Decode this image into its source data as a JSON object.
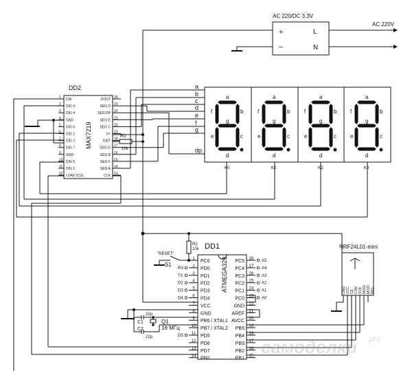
{
  "power": {
    "module_label": "AC 220/DC 3.3V",
    "plus": "+",
    "minus": "−",
    "l": "L",
    "n": "N",
    "ac_label": "AC 220V"
  },
  "dd2": {
    "title": "DD2",
    "chip": "MAX7219",
    "left_pins": [
      {
        "num": "1",
        "name": "DIN"
      },
      {
        "num": "2",
        "name": "DIG 0"
      },
      {
        "num": "3",
        "name": "DIG 4"
      },
      {
        "num": "4",
        "name": "GND"
      },
      {
        "num": "5",
        "name": "DIG 6"
      },
      {
        "num": "6",
        "name": "DIG 2"
      },
      {
        "num": "7",
        "name": "DIG 3"
      },
      {
        "num": "8",
        "name": "DIG 7"
      },
      {
        "num": "9",
        "name": "GND"
      },
      {
        "num": "10",
        "name": "DIG 5"
      },
      {
        "num": "11",
        "name": "DIG 1"
      },
      {
        "num": "12",
        "name": "LOAD (CS)"
      }
    ],
    "right_pins": [
      {
        "num": "24",
        "name": "DOUT"
      },
      {
        "num": "23",
        "name": "SEG D"
      },
      {
        "num": "22",
        "name": "SEG DP"
      },
      {
        "num": "21",
        "name": "SEG E"
      },
      {
        "num": "20",
        "name": "SEG C"
      },
      {
        "num": "19",
        "name": "V+"
      },
      {
        "num": "18",
        "name": "ISET"
      },
      {
        "num": "17",
        "name": "SEG G"
      },
      {
        "num": "16",
        "name": "SEG B"
      },
      {
        "num": "15",
        "name": "SEG F"
      },
      {
        "num": "14",
        "name": "SEG A"
      },
      {
        "num": "13",
        "name": "CLK"
      }
    ],
    "r1_label": "R1",
    "r1_value": "10k"
  },
  "segment_lines": [
    "a",
    "b",
    "c",
    "d",
    "e",
    "f",
    "g",
    "dp"
  ],
  "digits": [
    {
      "name": "K0",
      "seg_a": "a",
      "seg_b": "b",
      "seg_c": "c",
      "seg_d": "d",
      "seg_e": "e",
      "seg_f": "f",
      "seg_g": "g"
    },
    {
      "name": "K1",
      "seg_a": "a",
      "seg_b": "b",
      "seg_c": "c",
      "seg_d": "d",
      "seg_e": "e",
      "seg_f": "f",
      "seg_g": "g"
    },
    {
      "name": "K2",
      "seg_a": "a",
      "seg_b": "b",
      "seg_c": "c",
      "seg_d": "d",
      "seg_e": "e",
      "seg_f": "f",
      "seg_g": "g"
    },
    {
      "name": "K3",
      "seg_a": "a",
      "seg_b": "b",
      "seg_c": "c",
      "seg_d": "d",
      "seg_e": "e",
      "seg_f": "f",
      "seg_g": "g"
    }
  ],
  "dd1": {
    "title": "DD1",
    "chip": "ATMEGA328",
    "left_pins": [
      {
        "num": "1",
        "name": "PC6",
        "ext": ""
      },
      {
        "num": "2",
        "name": "PD0",
        "ext": "RX"
      },
      {
        "num": "3",
        "name": "PD1",
        "ext": "TX"
      },
      {
        "num": "4",
        "name": "PD2",
        "ext": "D2"
      },
      {
        "num": "5",
        "name": "PD3",
        "ext": "D3"
      },
      {
        "num": "6",
        "name": "PD4",
        "ext": "D4"
      },
      {
        "num": "7",
        "name": "VCC",
        "ext": ""
      },
      {
        "num": "8",
        "name": "GND",
        "ext": ""
      },
      {
        "num": "9",
        "name": "PB6 / XTAL1",
        "ext": ""
      },
      {
        "num": "10",
        "name": "PB7 / XTAL2",
        "ext": ""
      },
      {
        "num": "11",
        "name": "PD5",
        "ext": "D5"
      },
      {
        "num": "12",
        "name": "PD6",
        "ext": ""
      },
      {
        "num": "13",
        "name": "PD7",
        "ext": ""
      },
      {
        "num": "14",
        "name": "PB0",
        "ext": ""
      }
    ],
    "right_pins": [
      {
        "num": "28",
        "name": "PC5",
        "ext": "A5"
      },
      {
        "num": "27",
        "name": "PC4",
        "ext": "A4"
      },
      {
        "num": "26",
        "name": "PC3",
        "ext": "A3"
      },
      {
        "num": "25",
        "name": "PC2",
        "ext": "A2"
      },
      {
        "num": "24",
        "name": "PC1",
        "ext": "A1"
      },
      {
        "num": "23",
        "name": "PC0",
        "ext": "A0"
      },
      {
        "num": "22",
        "name": "GND",
        "ext": ""
      },
      {
        "num": "21",
        "name": "AREF",
        "ext": ""
      },
      {
        "num": "20",
        "name": "AVCC",
        "ext": ""
      },
      {
        "num": "19",
        "name": "PB5",
        "ext": ""
      },
      {
        "num": "18",
        "name": "PB4",
        "ext": ""
      },
      {
        "num": "17",
        "name": "PB3",
        "ext": ""
      },
      {
        "num": "16",
        "name": "PB2",
        "ext": ""
      },
      {
        "num": "15",
        "name": "PB1",
        "ext": ""
      }
    ],
    "r2_label": "R2",
    "r2_value": "10k",
    "reset_label": "\"RESET\"",
    "s1_label": "S1",
    "c1_label": "C1",
    "c1_value": "22p",
    "c2_label": "C2",
    "c2_value": "22p",
    "q1_label": "Q1",
    "q1_value": "16 МГц"
  },
  "nrf": {
    "title": "NRF24L01-mini",
    "pins": [
      "GND",
      "VCC",
      "CE",
      "CSN",
      "SCK",
      "MOSI",
      "MISO",
      "IRQ"
    ]
  },
  "watermark": {
    "text": "самоделки",
    "suffix": ".pro"
  }
}
